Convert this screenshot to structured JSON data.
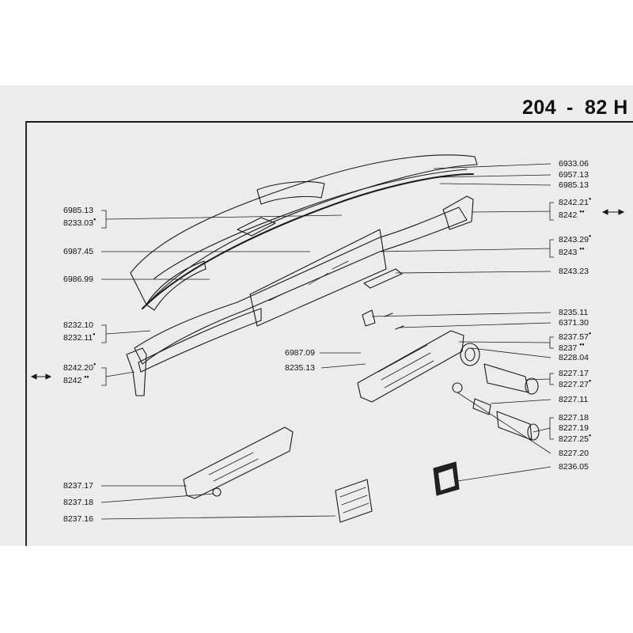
{
  "page_code": {
    "left": "204",
    "dash": "-",
    "right": "82 H"
  },
  "parts_left": {
    "p1a": "6985.13",
    "p1b": "8233.03",
    "p2": "6987.45",
    "p3": "6986.99",
    "p4a": "8232.10",
    "p4b": "8232.11",
    "p5": "6987.09",
    "p6": "8235.13",
    "p7a": "8242.20",
    "p7b": "8242",
    "p8": "8237.17",
    "p9": "8237.18",
    "p10": "8237.16"
  },
  "parts_right": {
    "r1": "6933.06",
    "r2": "6957.13",
    "r3": "6985.13",
    "r4a": "8242.21",
    "r4b": "8242",
    "r5a": "8243.29",
    "r5b": "8243",
    "r6": "8243.23",
    "r7": "8235.11",
    "r8": "6371.30",
    "r9a": "8237.57",
    "r9b": "8237",
    "r10": "8228.04",
    "r11a": "8227.17",
    "r11b": "8227.27",
    "r12": "8227.11",
    "r13a": "8227.18",
    "r13b": "8227.19",
    "r13c": "8227.25",
    "r14": "8227.20",
    "r15": "8236.05"
  },
  "marks": {
    "single": "•",
    "double": "••"
  }
}
